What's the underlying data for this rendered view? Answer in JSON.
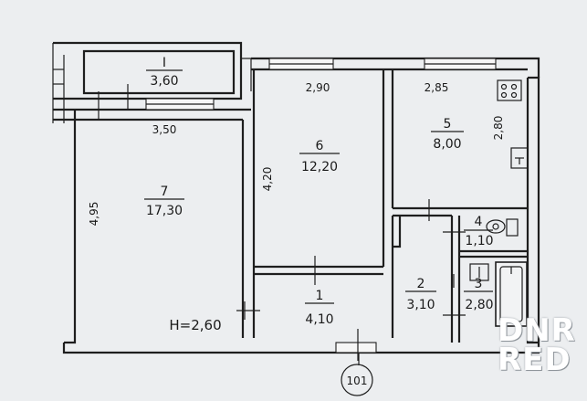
{
  "plan": {
    "rooms": [
      {
        "id": "balcony",
        "number": "I",
        "area": "3,60"
      },
      {
        "id": "room7",
        "number": "7",
        "area": "17,30"
      },
      {
        "id": "room6",
        "number": "6",
        "area": "12,20"
      },
      {
        "id": "room5",
        "number": "5",
        "area": "8,00"
      },
      {
        "id": "room1",
        "number": "1",
        "area": "4,10"
      },
      {
        "id": "room2",
        "number": "2",
        "area": "3,10"
      },
      {
        "id": "room3",
        "number": "3",
        "area": "2,80"
      },
      {
        "id": "room4",
        "number": "4",
        "area": "1,10"
      }
    ],
    "dimensions": {
      "balcony_width": "3,50",
      "room6_width": "2,90",
      "room5_width": "2,85",
      "room5_depth": "2,80",
      "room6_depth": "4,20",
      "room7_depth": "4,95"
    },
    "ceiling_height": "H=2,60",
    "apartment_number": "101"
  },
  "watermark": {
    "line1": "DNR",
    "line2": "RED"
  }
}
